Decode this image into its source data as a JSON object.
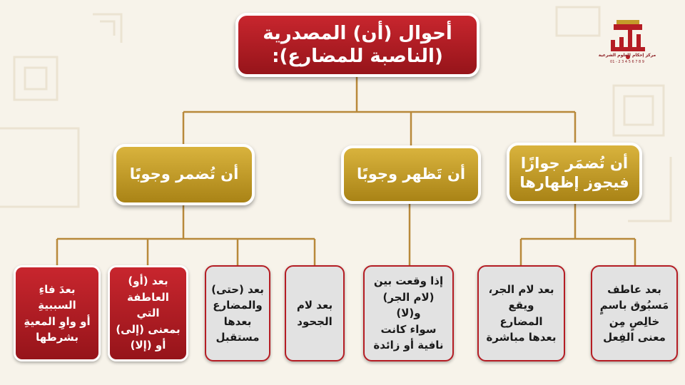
{
  "logo": {
    "tagline": "مركز إحكام للعلوم الشرعية",
    "sub": "01 - 2 3 4 5 6 7 8 9"
  },
  "root": {
    "line1": "أحوال (أن) المصدرية",
    "line2": "(الناصبة للمضارع):"
  },
  "categories": [
    {
      "lines": [
        "أن تُضمَر جوازًا",
        "فيجوز إظهارها"
      ]
    },
    {
      "lines": [
        "أن تَظهر وجوبًا"
      ]
    },
    {
      "lines": [
        "أن تُضمر وجوبًا"
      ]
    }
  ],
  "leaves": [
    {
      "lines": [
        "بعد عاطف",
        "مَسبُوق باسمٍ",
        "خالِصٍ مِن",
        "معنى الفِعل"
      ]
    },
    {
      "lines": [
        "بعد لام الجر،",
        "ويقع",
        "المضارع",
        "بعدها مباشرة"
      ]
    },
    {
      "lines": [
        "إذا وقعت بين",
        "(لام الجر) و(لا)",
        "سواء كانت",
        "نافية أو زائدة"
      ]
    },
    {
      "lines": [
        "بعد لام",
        "الجحود"
      ]
    },
    {
      "lines": [
        "بعد (حتى)",
        "والمضارع",
        "بعدها",
        "مستقبل"
      ]
    },
    {
      "lines": [
        "بعد (أو)",
        "العاطفة التي",
        "بمعنى (إلى)",
        "أو (إلا)"
      ]
    },
    {
      "lines": [
        "بعدَ فاءِ",
        "السببيةِ",
        "أو واوِ المعيةِ",
        "بشرطها"
      ]
    }
  ],
  "colors": {
    "red": "#b51d24",
    "gold": "#c49a2a",
    "connector": "#b8893a",
    "background": "#f7f3ea",
    "leaf_gray": "#e2e2e2"
  }
}
